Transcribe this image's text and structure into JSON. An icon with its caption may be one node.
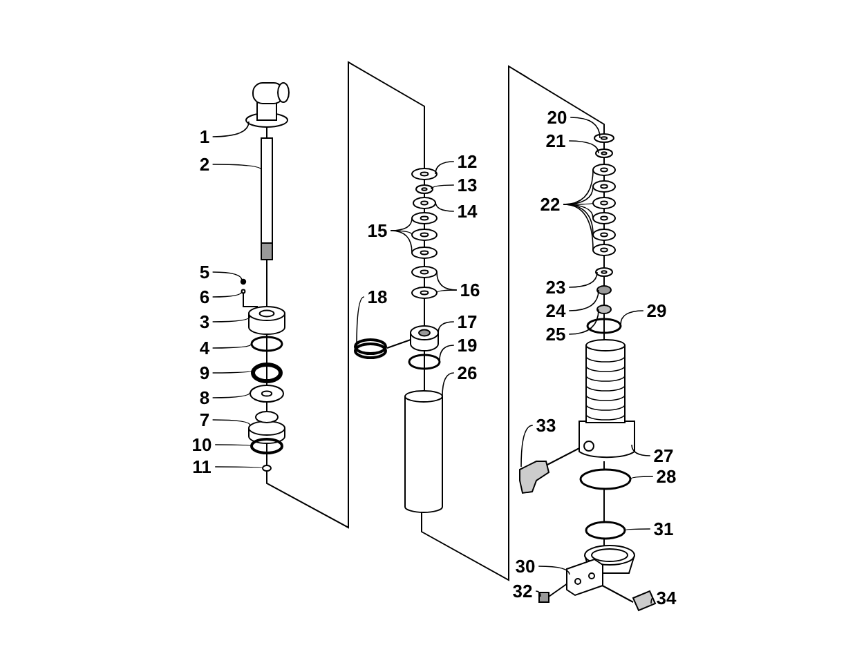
{
  "diagram": {
    "nodes": [
      {
        "text": [
          "1"
        ]
      },
      {
        "text": [
          "2"
        ]
      },
      {
        "text": [
          "5"
        ]
      },
      {
        "text": [
          "6"
        ]
      },
      {
        "text": [
          "3"
        ]
      },
      {
        "text": [
          "4"
        ]
      },
      {
        "text": [
          "9"
        ]
      },
      {
        "text": [
          "8"
        ]
      },
      {
        "text": [
          "7"
        ]
      },
      {
        "text": [
          "10"
        ]
      },
      {
        "text": [
          "11"
        ]
      },
      {
        "text": [
          "12"
        ]
      },
      {
        "text": [
          "13"
        ]
      },
      {
        "text": [
          "14"
        ]
      },
      {
        "text": [
          "15"
        ]
      },
      {
        "text": [
          "16"
        ]
      },
      {
        "text": [
          "18"
        ]
      },
      {
        "text": [
          "17"
        ]
      },
      {
        "text": [
          "19"
        ]
      },
      {
        "text": [
          "26"
        ]
      },
      {
        "text": [
          "20"
        ]
      },
      {
        "text": [
          "21"
        ]
      },
      {
        "text": [
          "22"
        ]
      },
      {
        "text": [
          "23"
        ]
      },
      {
        "text": [
          "24"
        ]
      },
      {
        "text": [
          "25"
        ]
      },
      {
        "text": [
          "29"
        ]
      },
      {
        "text": [
          "33"
        ]
      },
      {
        "text": [
          "27"
        ]
      },
      {
        "text": [
          "28"
        ]
      },
      {
        "text": [
          "31"
        ]
      },
      {
        "text": [
          "30"
        ]
      },
      {
        "text": [
          "32"
        ]
      },
      {
        "text": [
          "34"
        ]
      },
      {
        "text": [],
        "shape": "picture"
      },
      {
        "text": [],
        "shape": "picture"
      },
      {
        "text": [],
        "shape": "circle"
      },
      {
        "text": [],
        "shape": "picture"
      },
      {
        "text": [],
        "shape": "cylinder"
      },
      {
        "text": [],
        "shape": "circle"
      },
      {
        "text": [],
        "shape": "circle"
      },
      {
        "text": [],
        "shape": "picture"
      },
      {
        "text": [],
        "shape": "picture"
      },
      {
        "text": [],
        "shape": "circle"
      },
      {
        "text": [],
        "shape": "circle"
      },
      {
        "text": [],
        "shape": "picture"
      },
      {
        "text": [],
        "shape": "picture"
      },
      {
        "text": [],
        "shape": "picture"
      },
      {
        "text": [],
        "shape": "picture"
      },
      {
        "text": [],
        "shape": "picture"
      },
      {
        "text": [],
        "shape": "picture"
      },
      {
        "text": [],
        "shape": "picture"
      },
      {
        "text": [],
        "shape": "picture"
      },
      {
        "text": [],
        "shape": "circle"
      },
      {
        "text": [],
        "shape": "cylinder"
      },
      {
        "text": [],
        "shape": "circle"
      },
      {
        "text": [],
        "shape": "cylinder"
      },
      {
        "text": [],
        "shape": "picture"
      },
      {
        "text": [],
        "shape": "picture"
      },
      {
        "text": [],
        "shape": "picture"
      },
      {
        "text": [],
        "shape": "picture"
      },
      {
        "text": [],
        "shape": "picture"
      },
      {
        "text": [],
        "shape": "picture"
      },
      {
        "text": [],
        "shape": "picture"
      },
      {
        "text": [],
        "shape": "picture"
      },
      {
        "text": [],
        "shape": "picture"
      },
      {
        "text": [],
        "shape": "circle"
      },
      {
        "text": [],
        "shape": "circle"
      },
      {
        "text": [],
        "shape": "circle"
      },
      {
        "text": [],
        "shape": "picture"
      },
      {
        "text": [],
        "shape": "picture"
      },
      {
        "text": [],
        "shape": "circle"
      },
      {
        "text": [],
        "shape": "circle"
      },
      {
        "text": [],
        "shape": "picture"
      },
      {
        "text": [],
        "shape": "box"
      },
      {
        "text": [],
        "shape": "picture"
      }
    ],
    "edges": [
      {
        "from": 0,
        "to": 34,
        "arrow": "none"
      },
      {
        "from": 1,
        "to": 35,
        "arrow": "none"
      },
      {
        "from": 2,
        "to": 36,
        "arrow": "none"
      },
      {
        "from": 3,
        "to": 37,
        "arrow": "none"
      },
      {
        "from": 4,
        "to": 38,
        "arrow": "none"
      },
      {
        "from": 5,
        "to": 39,
        "arrow": "none"
      },
      {
        "from": 6,
        "to": 40,
        "arrow": "none"
      },
      {
        "from": 7,
        "to": 41,
        "arrow": "none"
      },
      {
        "from": 8,
        "to": 42,
        "arrow": "none"
      },
      {
        "from": 9,
        "to": 43,
        "arrow": "none"
      },
      {
        "from": 10,
        "to": 44,
        "arrow": "none"
      },
      {
        "from": 11,
        "to": 45,
        "arrow": "none"
      },
      {
        "from": 12,
        "to": 46,
        "arrow": "none"
      },
      {
        "from": 13,
        "to": 47,
        "arrow": "none"
      },
      {
        "from": 14,
        "to": 48,
        "arrow": "none"
      },
      {
        "from": 14,
        "to": 49,
        "arrow": "none"
      },
      {
        "from": 14,
        "to": 50,
        "arrow": "none"
      },
      {
        "from": 15,
        "to": 51,
        "arrow": "none"
      },
      {
        "from": 15,
        "to": 52,
        "arrow": "none"
      },
      {
        "from": 16,
        "to": 53,
        "arrow": "none"
      },
      {
        "from": 17,
        "to": 54,
        "arrow": "none"
      },
      {
        "from": 18,
        "to": 55,
        "arrow": "none"
      },
      {
        "from": 19,
        "to": 56,
        "arrow": "none"
      },
      {
        "from": 20,
        "to": 57,
        "arrow": "none"
      },
      {
        "from": 21,
        "to": 58,
        "arrow": "none"
      },
      {
        "from": 22,
        "to": 59,
        "arrow": "none"
      },
      {
        "from": 22,
        "to": 60,
        "arrow": "none"
      },
      {
        "from": 22,
        "to": 61,
        "arrow": "none"
      },
      {
        "from": 22,
        "to": 62,
        "arrow": "none"
      },
      {
        "from": 22,
        "to": 63,
        "arrow": "none"
      },
      {
        "from": 22,
        "to": 64,
        "arrow": "none"
      },
      {
        "from": 23,
        "to": 65,
        "arrow": "none"
      },
      {
        "from": 24,
        "to": 66,
        "arrow": "none"
      },
      {
        "from": 25,
        "to": 67,
        "arrow": "none"
      },
      {
        "from": 26,
        "to": 68,
        "arrow": "none"
      },
      {
        "from": 27,
        "to": 69,
        "arrow": "none"
      },
      {
        "from": 28,
        "to": 70,
        "arrow": "none"
      },
      {
        "from": 29,
        "to": 71,
        "arrow": "none"
      },
      {
        "from": 30,
        "to": 72,
        "arrow": "none"
      },
      {
        "from": 31,
        "to": 73,
        "arrow": "none"
      },
      {
        "from": 32,
        "to": 74,
        "arrow": "none"
      },
      {
        "from": 33,
        "to": 75,
        "arrow": "none"
      },
      {
        "from": 34,
        "to": 35,
        "arrow": "none"
      },
      {
        "from": 35,
        "to": 38,
        "arrow": "none"
      },
      {
        "from": 38,
        "to": 42,
        "arrow": "none"
      },
      {
        "from": 42,
        "to": 44,
        "arrow": "none"
      },
      {
        "from": 44,
        "to": 56,
        "arrow": "none"
      },
      {
        "from": 53,
        "to": 54,
        "arrow": "none"
      },
      {
        "from": 56,
        "to": 70,
        "arrow": "none"
      },
      {
        "from": 69,
        "to": 70,
        "arrow": "none"
      },
      {
        "from": 70,
        "to": 71,
        "arrow": "none"
      },
      {
        "from": 71,
        "to": 72,
        "arrow": "none"
      },
      {
        "from": 72,
        "to": 73,
        "arrow": "none"
      },
      {
        "from": 73,
        "to": 74,
        "arrow": "none"
      },
      {
        "from": 73,
        "to": 75,
        "arrow": "none"
      }
    ]
  }
}
